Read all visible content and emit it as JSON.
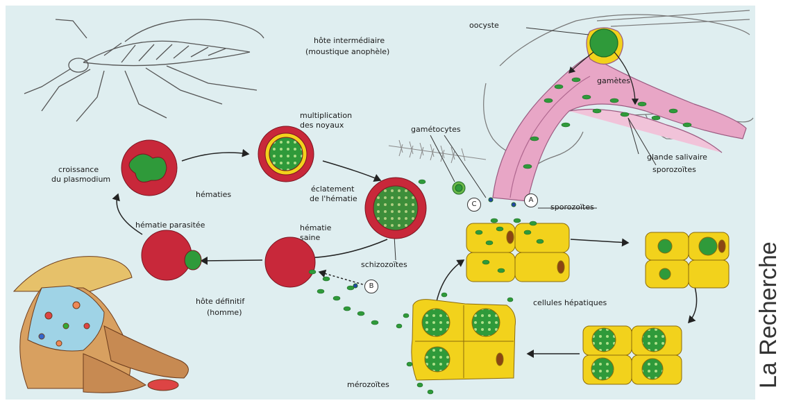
{
  "labels": {
    "hote_intermediaire": "hôte intermédiaire",
    "moustique": "(moustique anophèle)",
    "oocyste": "oocyste",
    "gametes": "gamètes",
    "glande_salivaire": "glande salivaire",
    "sporozoites_top": "sporozoïtes",
    "sporozoites_mid": "sporozoïtes",
    "gametocytes": "gamétocytes",
    "multiplication_1": "multiplication",
    "multiplication_2": "des noyaux",
    "croissance_1": "croissance",
    "croissance_2": "du plasmodium",
    "hematies": "hématies",
    "eclatement_1": "éclatement",
    "eclatement_2": "de l'hématie",
    "hematie_parasitee": "hématie parasitée",
    "hematie_saine_1": "hématie",
    "hematie_saine_2": "saine",
    "schizozoites": "schizozoïtes",
    "hote_definitif_1": "hôte définitif",
    "hote_definitif_2": "(homme)",
    "cellules_hepatiques": "cellules hépatiques",
    "merozoites": "mérozoïtes"
  },
  "markers": {
    "a": "A",
    "b": "B",
    "c": "C"
  },
  "watermark": "La Recherche",
  "colors": {
    "background": "#dfeef0",
    "erythrocyte": "#c8283a",
    "parasite": "#2f9a3a",
    "liver_cell": "#f2d21c",
    "mosquito_tissue": "#e8a6c6"
  }
}
